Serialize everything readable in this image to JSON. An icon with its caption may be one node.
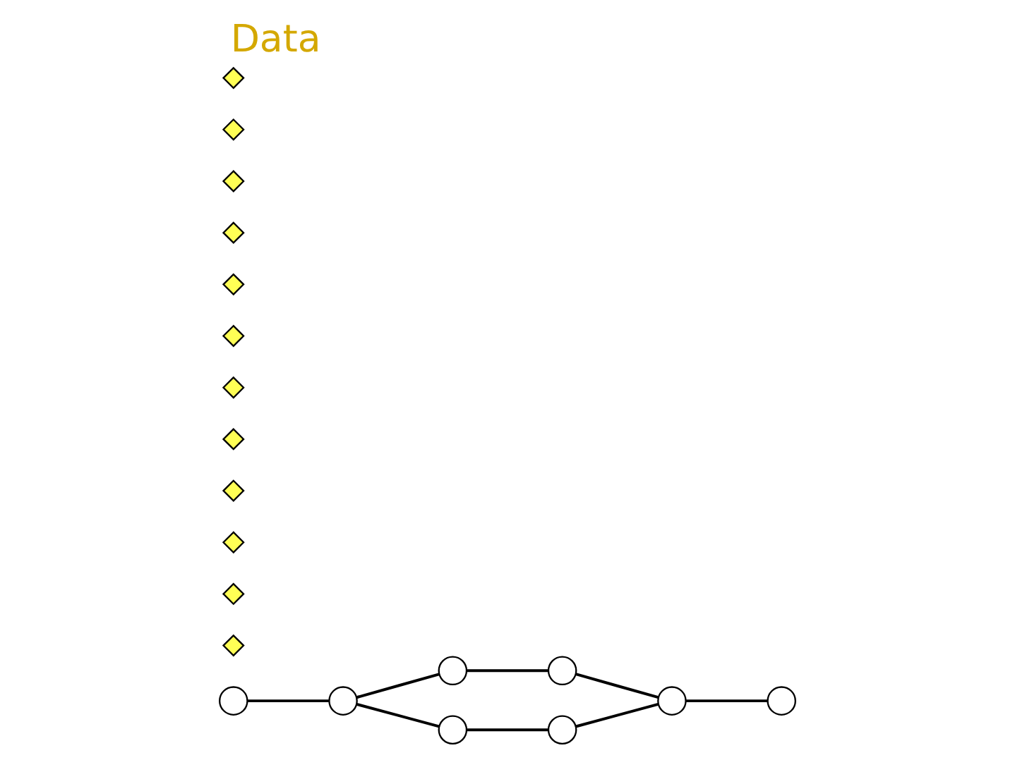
{
  "diagram": {
    "title": "Data",
    "nodes": [
      {
        "text": [],
        "shape": "circle"
      },
      {
        "text": [],
        "shape": "circle"
      },
      {
        "text": [],
        "shape": "circle"
      },
      {
        "text": [],
        "shape": "circle"
      },
      {
        "text": [],
        "shape": "circle"
      },
      {
        "text": [],
        "shape": "circle"
      },
      {
        "text": [],
        "shape": "circle"
      },
      {
        "text": [],
        "shape": "circle"
      },
      {
        "text": [],
        "shape": "diamond"
      },
      {
        "text": [],
        "shape": "diamond"
      },
      {
        "text": [],
        "shape": "diamond"
      },
      {
        "text": [],
        "shape": "diamond"
      },
      {
        "text": [],
        "shape": "diamond"
      },
      {
        "text": [],
        "shape": "diamond"
      },
      {
        "text": [],
        "shape": "diamond"
      },
      {
        "text": [],
        "shape": "diamond"
      },
      {
        "text": [],
        "shape": "diamond"
      },
      {
        "text": [],
        "shape": "diamond"
      },
      {
        "text": [],
        "shape": "diamond"
      },
      {
        "text": [],
        "shape": "diamond"
      }
    ],
    "edges": [
      {
        "from": 0,
        "to": 1,
        "arrow": "none"
      },
      {
        "from": 1,
        "to": 2,
        "arrow": "none"
      },
      {
        "from": 1,
        "to": 3,
        "arrow": "none"
      },
      {
        "from": 2,
        "to": 4,
        "arrow": "none"
      },
      {
        "from": 3,
        "to": 5,
        "arrow": "none"
      },
      {
        "from": 4,
        "to": 6,
        "arrow": "none"
      },
      {
        "from": 5,
        "to": 6,
        "arrow": "none"
      },
      {
        "from": 6,
        "to": 7,
        "arrow": "none"
      }
    ]
  }
}
